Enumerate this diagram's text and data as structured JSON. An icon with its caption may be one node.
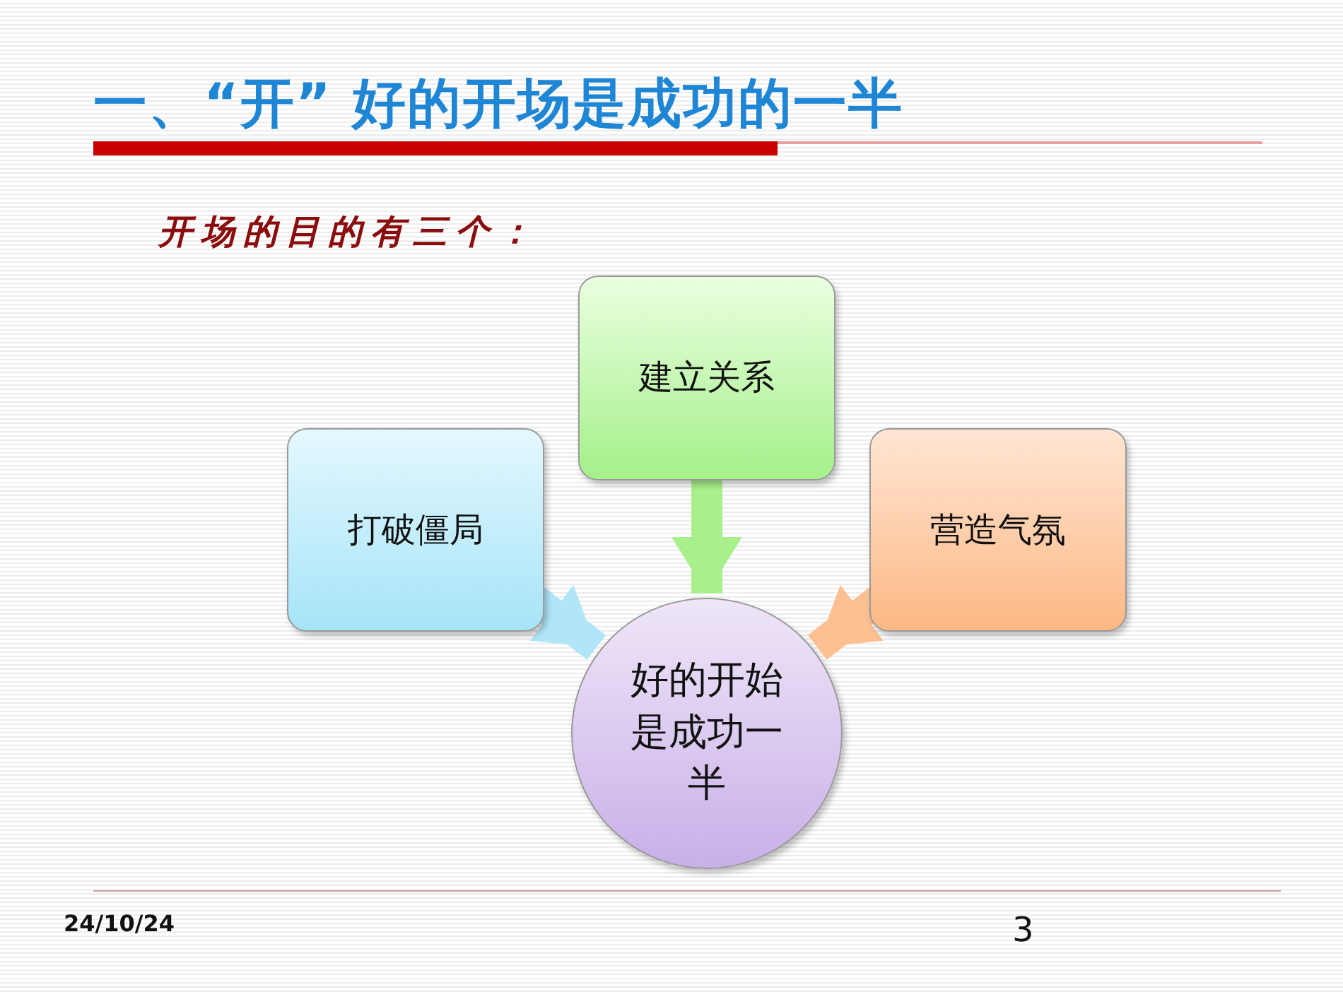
{
  "diagram": {
    "title": "一、“开” 好的开场是成功的一半",
    "nodes": [
      {
        "text": [
          "建立关系"
        ]
      },
      {
        "text": [
          "打破僵局"
        ]
      },
      {
        "text": [
          "营造气氛"
        ]
      },
      {
        "text": [
          "好的开始是成功一半"
        ]
      }
    ],
    "edges": [
      {
        "from": 0,
        "to": 3,
        "arrow": "to",
        "color": "#a8f08c"
      },
      {
        "from": 1,
        "to": 3,
        "arrow": "to",
        "color": "#b0e6f8"
      },
      {
        "from": 2,
        "to": 3,
        "arrow": "to",
        "color": "#fcc092"
      }
    ],
    "labels": [
      "开场的目的有三个：",
      "24/10/24",
      "3"
    ]
  }
}
